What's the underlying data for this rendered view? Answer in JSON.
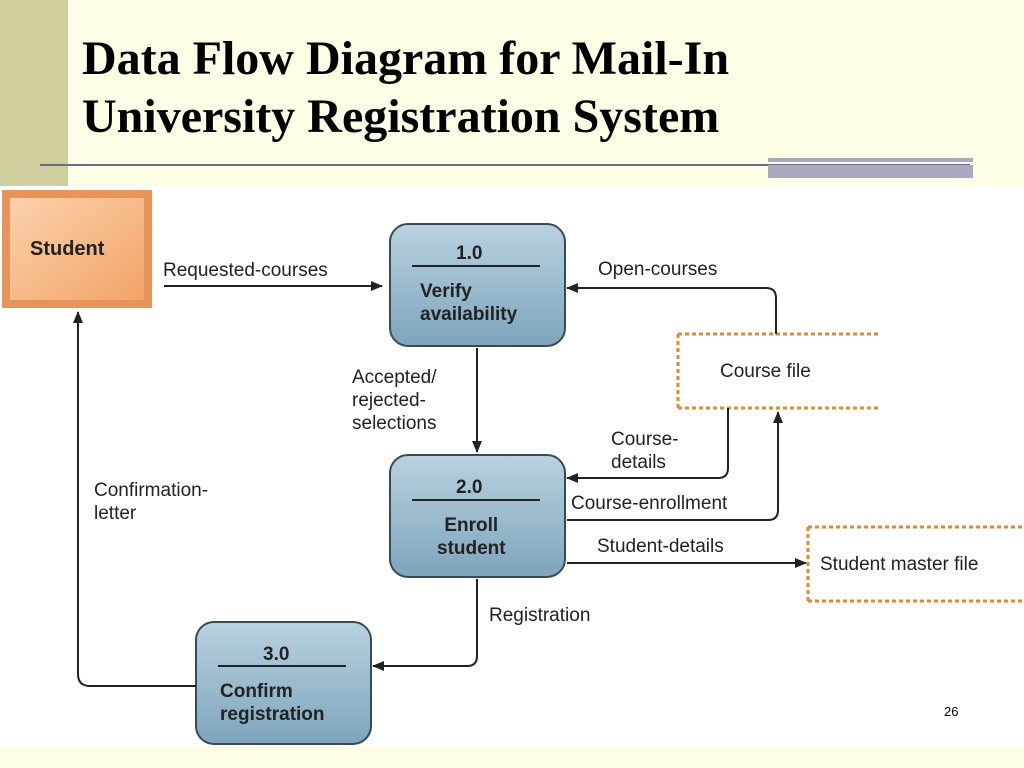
{
  "slide": {
    "title_line1": "Data Flow Diagram for Mail-In",
    "title_line2": "University Registration System",
    "page_number": "26"
  },
  "diagram": {
    "external_entity": {
      "label": "Student"
    },
    "processes": [
      {
        "id": "1.0",
        "name": "Verify\navailability"
      },
      {
        "id": "2.0",
        "name": "Enroll\nstudent"
      },
      {
        "id": "3.0",
        "name": "Confirm\nregistration"
      }
    ],
    "data_stores": [
      {
        "label": "Course file"
      },
      {
        "label": "Student master file"
      }
    ],
    "flows": {
      "requested_courses": "Requested-courses",
      "open_courses": "Open-courses",
      "accepted_rejected": "Accepted/\nrejected-\nselections",
      "course_details": "Course-\ndetails",
      "course_enrollment": "Course-enrollment",
      "student_details": "Student-details",
      "registration": "Registration",
      "confirmation_letter": "Confirmation-\nletter"
    },
    "colors": {
      "process_fill": "#8fb3c8",
      "entity_fill": "#f6b27e",
      "store_border": "#e08a2e",
      "arrow": "#222222"
    }
  }
}
